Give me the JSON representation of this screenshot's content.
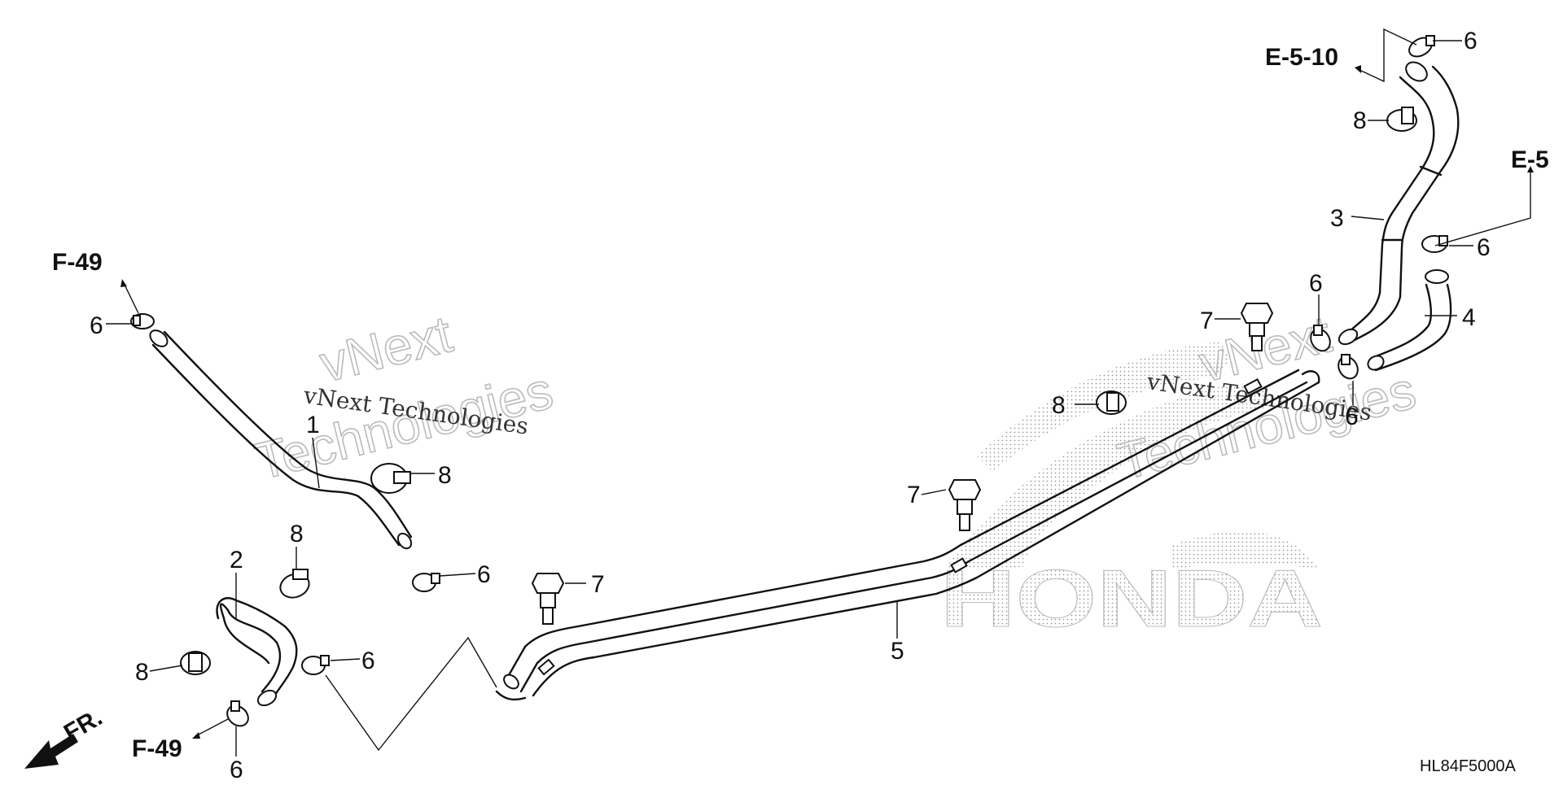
{
  "diagram": {
    "diagram_code": "HL84F5000A",
    "front_label": "FR.",
    "part_numbers": {
      "p1": "1",
      "p2": "2",
      "p3": "3",
      "p4": "4",
      "p5": "5",
      "p6": "6",
      "p7": "7",
      "p8": "8"
    },
    "references": {
      "f49": "F-49",
      "e5": "E-5",
      "e510": "E-5-10"
    },
    "watermark": {
      "line1": "vNext Technologies",
      "line2a": "vNext",
      "line2b": "Technologies",
      "brand": "HONDA"
    }
  }
}
